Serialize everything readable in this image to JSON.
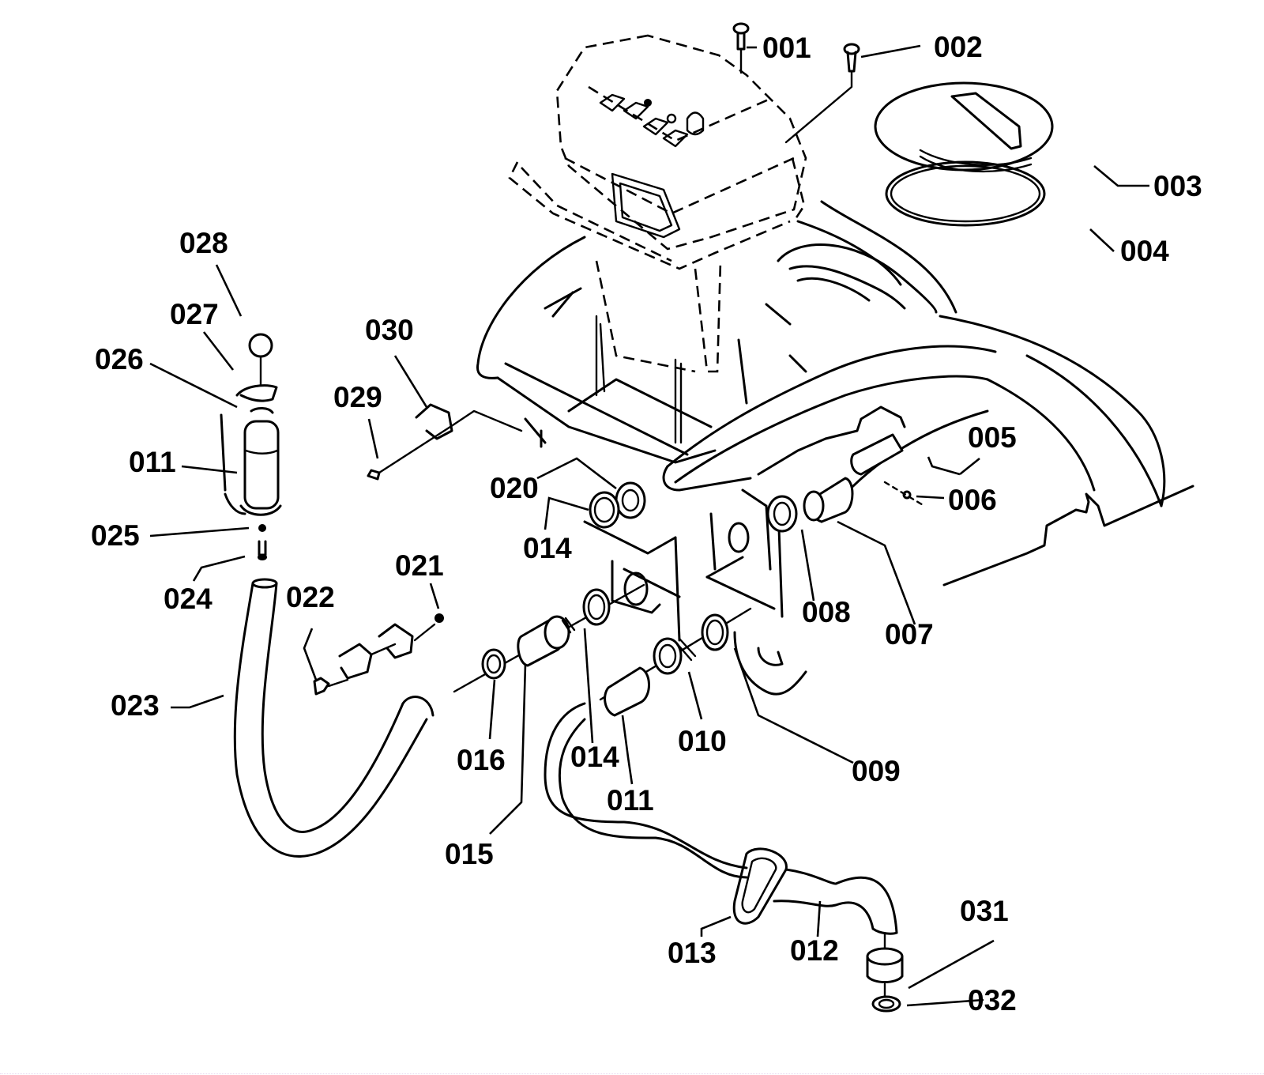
{
  "diagram": {
    "type": "exploded-parts-diagram",
    "style": "black line art on white",
    "callouts": [
      {
        "id": "001",
        "text": "001",
        "part": "screw (top cover)"
      },
      {
        "id": "002",
        "text": "002",
        "part": "pin / rivet"
      },
      {
        "id": "003",
        "text": "003",
        "part": "filler cap"
      },
      {
        "id": "004",
        "text": "004",
        "part": "o-ring / gasket"
      },
      {
        "id": "005",
        "text": "005",
        "part": "tube"
      },
      {
        "id": "006",
        "text": "006",
        "part": "small screw"
      },
      {
        "id": "007",
        "text": "007",
        "part": "fitting"
      },
      {
        "id": "008",
        "text": "008",
        "part": "threaded nut"
      },
      {
        "id": "009",
        "text": "009",
        "part": "washer"
      },
      {
        "id": "010",
        "text": "010",
        "part": "threaded nut"
      },
      {
        "id": "011a",
        "text": "011",
        "part": "fuel filter (left assembly)"
      },
      {
        "id": "011b",
        "text": "011",
        "part": "hose connector"
      },
      {
        "id": "012",
        "text": "012",
        "part": "hose"
      },
      {
        "id": "013",
        "text": "013",
        "part": "clamp"
      },
      {
        "id": "014a",
        "text": "014",
        "part": "washer (upper)"
      },
      {
        "id": "014b",
        "text": "014",
        "part": "washer (lower)"
      },
      {
        "id": "015",
        "text": "015",
        "part": "fitting with nut"
      },
      {
        "id": "016",
        "text": "016",
        "part": "hose clip"
      },
      {
        "id": "020",
        "text": "020",
        "part": "threaded nut (upper)"
      },
      {
        "id": "021",
        "text": "021",
        "part": "nut"
      },
      {
        "id": "022",
        "text": "022",
        "part": "bolt with brackets"
      },
      {
        "id": "023",
        "text": "023",
        "part": "hose (curved)"
      },
      {
        "id": "024",
        "text": "024",
        "part": "screw"
      },
      {
        "id": "025",
        "text": "025",
        "part": "washer"
      },
      {
        "id": "026",
        "text": "026",
        "part": "ring"
      },
      {
        "id": "027",
        "text": "027",
        "part": "bracket"
      },
      {
        "id": "028",
        "text": "028",
        "part": "ball knob"
      },
      {
        "id": "029",
        "text": "029",
        "part": "bolt"
      },
      {
        "id": "030",
        "text": "030",
        "part": "bracket clip"
      },
      {
        "id": "031",
        "text": "031",
        "part": "cap / bushing"
      },
      {
        "id": "032",
        "text": "032",
        "part": "washer"
      }
    ]
  }
}
